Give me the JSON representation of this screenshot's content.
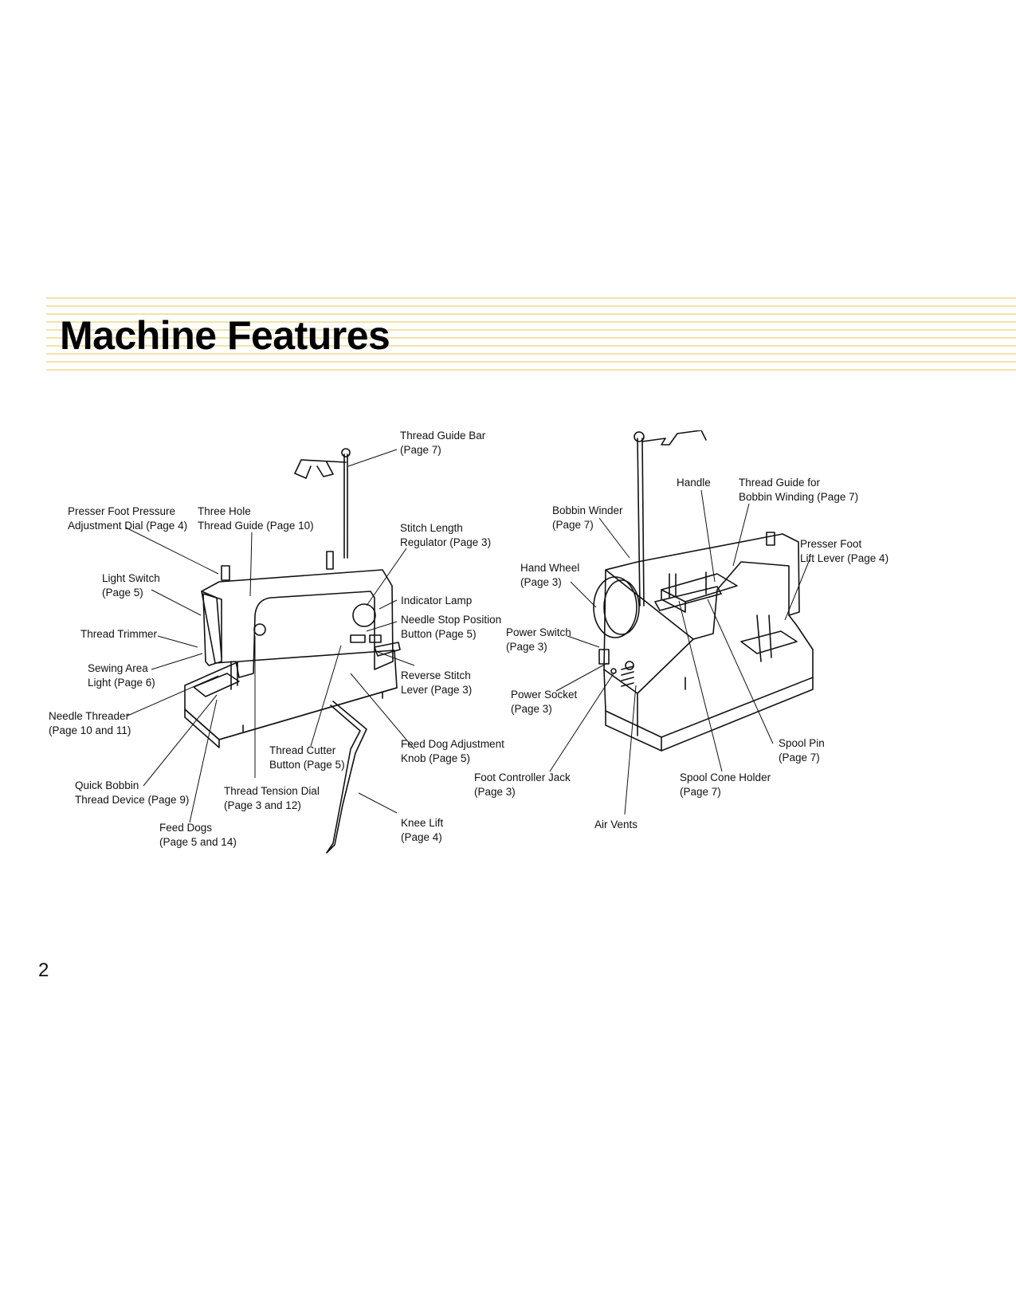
{
  "page": {
    "title": "Machine Features",
    "page_number": "2",
    "stripe_color": "#f2e2a8"
  },
  "labels": {
    "thread_guide_bar": "Thread Guide Bar\n(Page 7)",
    "presser_foot_pressure": "Presser Foot Pressure\nAdjustment Dial (Page 4)",
    "three_hole_guide": "Three Hole\nThread Guide (Page 10)",
    "stitch_length": "Stitch Length\nRegulator (Page 3)",
    "light_switch": "Light Switch\n(Page 5)",
    "indicator_lamp": "Indicator Lamp",
    "needle_stop": "Needle Stop Position\nButton (Page 5)",
    "thread_trimmer": "Thread Trimmer",
    "sewing_area_light": "Sewing Area\nLight (Page 6)",
    "reverse_stitch": "Reverse Stitch\nLever (Page 3)",
    "needle_threader": "Needle Threader\n(Page 10 and 11)",
    "thread_cutter": "Thread Cutter\nButton (Page 5)",
    "feed_dog_knob": "Feed Dog Adjustment\nKnob (Page 5)",
    "quick_bobbin": "Quick Bobbin\nThread Device (Page 9)",
    "thread_tension": "Thread Tension Dial\n(Page 3 and 12)",
    "feed_dogs": "Feed Dogs\n(Page 5 and 14)",
    "knee_lift": "Knee Lift\n(Page 4)",
    "handle": "Handle",
    "thread_guide_bobbin": "Thread Guide for\nBobbin Winding (Page 7)",
    "bobbin_winder": "Bobbin Winder\n(Page 7)",
    "presser_foot_lift": "Presser Foot\nLift Lever (Page 4)",
    "hand_wheel": "Hand Wheel\n(Page 3)",
    "power_switch": "Power Switch\n(Page 3)",
    "power_socket": "Power Socket\n(Page 3)",
    "spool_pin": "Spool Pin\n(Page 7)",
    "foot_controller_jack": "Foot Controller Jack\n(Page 3)",
    "spool_cone_holder": "Spool Cone Holder\n(Page 7)",
    "air_vents": "Air Vents"
  }
}
